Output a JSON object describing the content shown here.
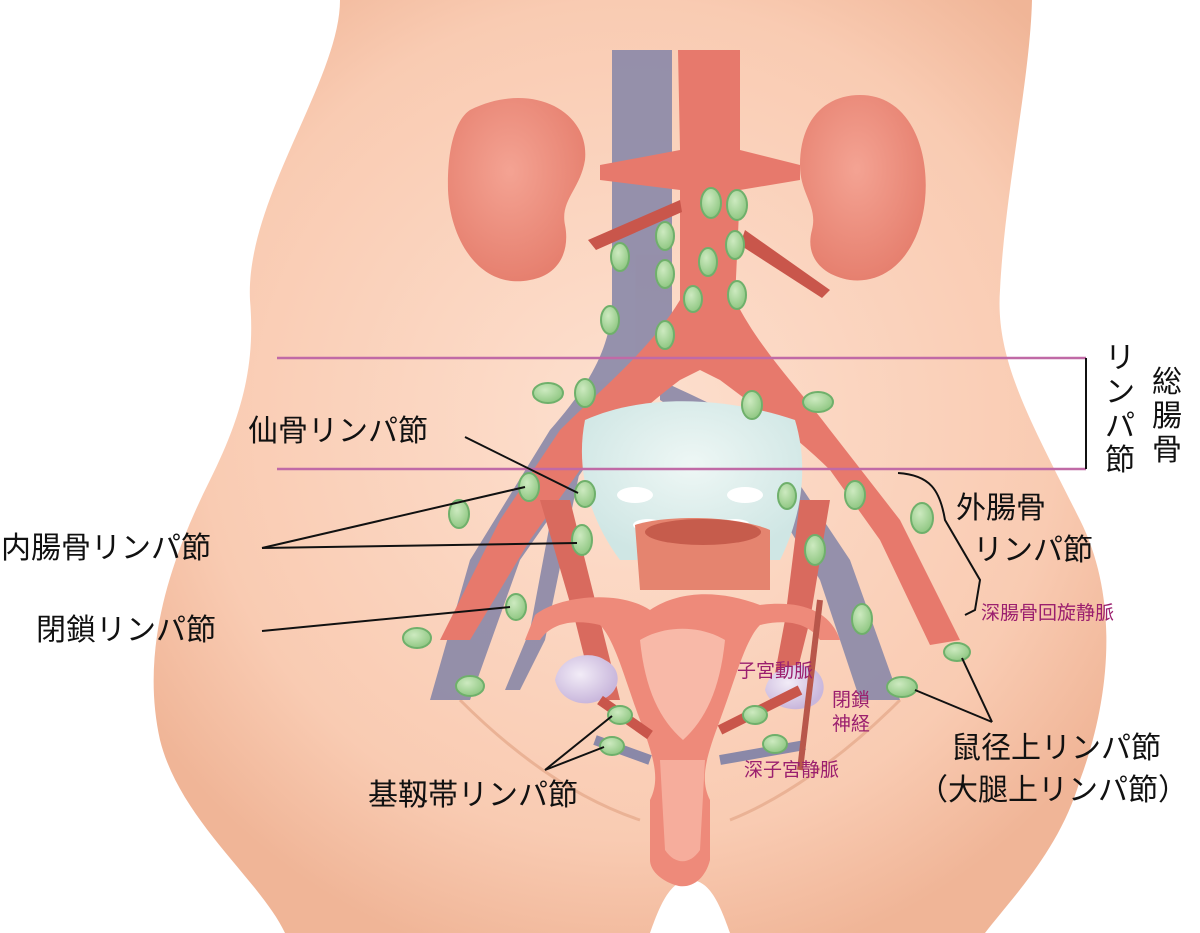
{
  "colors": {
    "skin": "#f9cbb2",
    "skin_shadow": "#f2b396",
    "artery": "#e7796c",
    "artery_dark": "#c9564b",
    "vein": "#8a88a8",
    "node": "#a6d597",
    "node_edge": "#6fb06b",
    "band_line": "#c06aa6",
    "accent_text": "#9b1f6e"
  },
  "labels": {
    "sacral": "仙骨リンパ節",
    "internal_iliac": "内腸骨リンパ節",
    "obturator": "閉鎖リンパ節",
    "parametrial": "基靱帯リンパ節",
    "external_iliac_1": "外腸骨",
    "external_iliac_2": "リンパ節",
    "inguinal_1": "鼠径上リンパ節",
    "inguinal_2": "（大腿上リンパ節）",
    "common_iliac_col1": [
      "総",
      "腸",
      "骨"
    ],
    "common_iliac_col2": [
      "リ",
      "ン",
      "パ",
      "節"
    ]
  },
  "small_labels": {
    "deep_circumflex_iliac_vein": "深腸骨回旋静脈",
    "uterine_artery": "子宮動脈",
    "obturator_nerve_1": "閉鎖",
    "obturator_nerve_2": "神経",
    "deep_uterine_vein": "深子宮静脈"
  }
}
